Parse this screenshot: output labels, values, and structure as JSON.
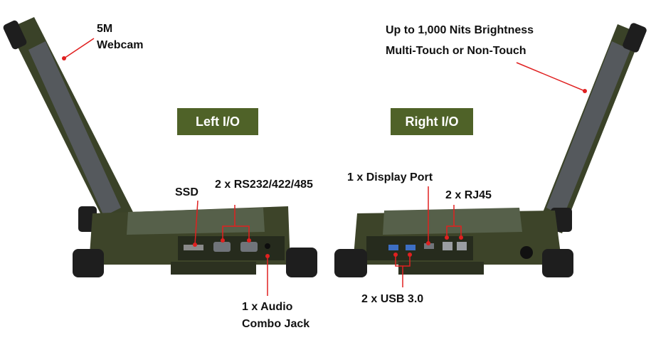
{
  "colors": {
    "badge_bg": "#4f6228",
    "callout_line": "#e02020",
    "chassis": "#3a4228",
    "screen": "#55595d",
    "bumper": "#1e1e1e"
  },
  "badges": {
    "left": "Left I/O",
    "right": "Right I/O"
  },
  "callouts": {
    "webcam_line1": "5M",
    "webcam_line2": "Webcam",
    "brightness": "Up to 1,000 Nits Brightness",
    "touch": "Multi-Touch or Non-Touch",
    "ssd": "SSD",
    "serial": "2 x RS232/422/485",
    "audio_line1": "1 x Audio",
    "audio_line2": "Combo Jack",
    "display_port": "1 x Display Port",
    "rj45": "2 x RJ45",
    "usb": "2 x USB 3.0"
  }
}
